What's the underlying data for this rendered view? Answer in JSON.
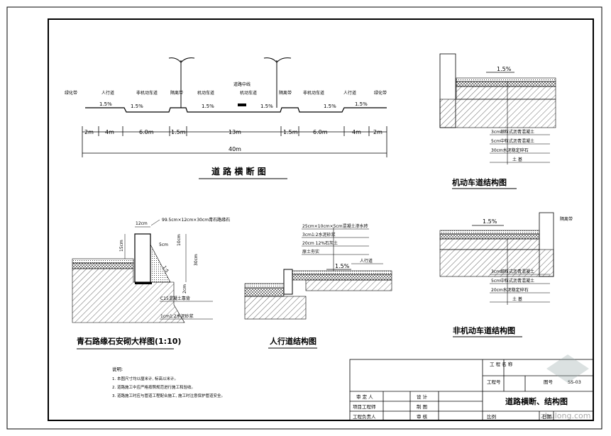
{
  "cross_section": {
    "title": "道 路 横 断 图",
    "zones": [
      "绿化带",
      "人行道",
      "非机动车道",
      "隔离带",
      "机动车道",
      "道路中线",
      "机动车道",
      "隔离带",
      "非机动车道",
      "人行道",
      "绿化带"
    ],
    "slopes": [
      "1.5%",
      "1.5%",
      "1.5%",
      "1.5%",
      "1.5%",
      "1.5%"
    ],
    "dims": [
      "2m",
      "4m",
      "6.0m",
      "1.5m",
      "13m",
      "1.5m",
      "6.0m",
      "4m",
      "2m"
    ],
    "total": "40m"
  },
  "motor_lane": {
    "title": "机动车道结构图",
    "slope": "1.5%",
    "layers": [
      "3cm细粒式沥青混凝土",
      "5cm中粒式沥青混凝土",
      "30cm水泥稳定碎石",
      "土 基"
    ]
  },
  "nonmotor_lane": {
    "title": "非机动车道结构图",
    "slope": "1.5%",
    "curb": "隔离带",
    "layers": [
      "3cm细粒式沥青混凝土",
      "5cm中粒式沥青混凝土",
      "20cm水泥稳定碎石",
      "土 基"
    ]
  },
  "curb_detail": {
    "title": "青石路缘石安砌大样图(1:10)",
    "top_note": "99.5cm×12cm×30cm青石路缘石",
    "labels": [
      "12cm",
      "15cm",
      "5cm",
      "10cm",
      "30cm",
      "2cm",
      "1:5"
    ],
    "bottom_notes": [
      "C15混凝土靠背",
      "1cm1:2水泥砂浆"
    ]
  },
  "sidewalk": {
    "title": "人行道结构图",
    "layers": [
      "25cm×10cm×5cm混凝土渗水砖",
      "3cm1:2水泥砂浆",
      "20cm 12%石灰土",
      "原土夯实"
    ],
    "slope": "1.5%",
    "label": "人行道"
  },
  "notes": {
    "heading": "说明:",
    "items": [
      "1. 本图尺寸均以厘米计, 标高以米计。",
      "2. 道路施工中应严格按照规范进行施工和验收。",
      "3. 道路施工时应与管道工程配合施工, 施工时注意保护管道安全。"
    ]
  },
  "title_block": {
    "project_label": "工 程 名 称",
    "project_no": "工程号",
    "drawing_no_label": "图号",
    "drawing_no": "SS-03",
    "drawing_name": "道路横断、结构图",
    "roles": [
      "审 定 人",
      "项目工程师",
      "工程负责人"
    ],
    "roles2": [
      "设 计",
      "制 图",
      "审 核"
    ],
    "scale_label": "比例",
    "date_label": "日期"
  },
  "watermark": "zhulong.com"
}
